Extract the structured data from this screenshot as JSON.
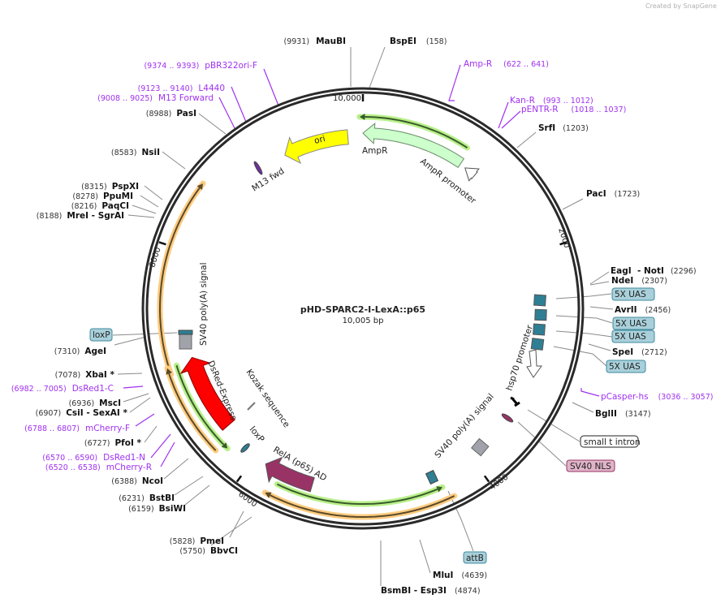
{
  "watermark": "Created by SnapGene",
  "plasmid": {
    "name": "pHD-SPARC2-I-LexA::p65",
    "length": "10,005 bp"
  },
  "ticks": [
    "10,000",
    "2000",
    "4000",
    "6000",
    "8000"
  ],
  "enzymes": [
    {
      "name": "MauBI",
      "pos": "(9931)"
    },
    {
      "name": "BspEI",
      "pos": "(158)"
    },
    {
      "name": "SrfI",
      "pos": "(1203)"
    },
    {
      "name": "PacI",
      "pos": "(1723)"
    },
    {
      "name": "EagI  - NotI",
      "pos": "(2296)"
    },
    {
      "name": "NdeI",
      "pos": "(2307)"
    },
    {
      "name": "AvrII",
      "pos": "(2456)"
    },
    {
      "name": "SpeI",
      "pos": "(2712)"
    },
    {
      "name": "BglII",
      "pos": "(3147)"
    },
    {
      "name": "MluI",
      "pos": "(4639)"
    },
    {
      "name": "BsmBI  - Esp3I",
      "pos": "(4874)"
    },
    {
      "name": "BbvCI",
      "pos": "(5750)"
    },
    {
      "name": "PmeI",
      "pos": "(5828)"
    },
    {
      "name": "BsiWI",
      "pos": "(6159)"
    },
    {
      "name": "BstBI",
      "pos": "(6231)"
    },
    {
      "name": "NcoI",
      "pos": "(6388)"
    },
    {
      "name": "PfoI *",
      "pos": "(6727)"
    },
    {
      "name": "CsiI  - SexAI *",
      "pos": "(6907)"
    },
    {
      "name": "MscI",
      "pos": "(6936)"
    },
    {
      "name": "XbaI *",
      "pos": "(7078)"
    },
    {
      "name": "AgeI",
      "pos": "(7310)"
    },
    {
      "name": "MreI  - SgrAI",
      "pos": "(8188)"
    },
    {
      "name": "PaqCI",
      "pos": "(8216)"
    },
    {
      "name": "PpuMI",
      "pos": "(8278)"
    },
    {
      "name": "PspXI",
      "pos": "(8315)"
    },
    {
      "name": "NsiI",
      "pos": "(8583)"
    },
    {
      "name": "PasI",
      "pos": "(8988)"
    }
  ],
  "primers": [
    {
      "name": "Amp-R",
      "range": "(622 .. 641)"
    },
    {
      "name": "Kan-R",
      "range": "(993 .. 1012)"
    },
    {
      "name": "pENTR-R",
      "range": "(1018 .. 1037)"
    },
    {
      "name": "pCasper-hs",
      "range": "(3036 .. 3057)"
    },
    {
      "name": "mCherry-R",
      "range": "(6520 .. 6538)"
    },
    {
      "name": "DsRed1-N",
      "range": "(6570 .. 6590)"
    },
    {
      "name": "mCherry-F",
      "range": "(6788 .. 6807)"
    },
    {
      "name": "DsRed1-C",
      "range": "(6982 .. 7005)"
    },
    {
      "name": "M13 Forward",
      "range": "(9008 .. 9025)"
    },
    {
      "name": "L4440",
      "range": "(9123 .. 9140)"
    },
    {
      "name": "pBR322ori-F",
      "range": "(9374 .. 9393)"
    }
  ],
  "boxed": {
    "uas1": "5X UAS",
    "uas2": "5X UAS",
    "uas3": "5X UAS",
    "uas4": "5X UAS",
    "small_t_intron": "small t intron",
    "sv40_nls": "SV40 NLS",
    "attb": "attB",
    "loxp": "loxP"
  },
  "features": {
    "ampr": "AmpR",
    "ampr_promoter": "AmpR promoter",
    "ori": "ori",
    "m13_fwd": "M13 fwd",
    "sv40_polya_left": "SV40 poly(A) signal",
    "dsred_express": "DsRed-Express",
    "kozak": "Kozak sequence",
    "loxp": "loxP",
    "rela": "RelA (p65) AD",
    "sv40_polya_right": "SV40 poly(A) signal",
    "hsp70": "hsp70 promoter"
  },
  "colors": {
    "backbone": "#2a2a2a",
    "primer": "#a030f0",
    "ori": "#ffff00",
    "ampr": "#ccffcc",
    "dsred": "#ff0000",
    "rela": "#993366",
    "uas": "#2e7f94",
    "orange_glow": "#ffcc80",
    "green_glow": "#b8f08a"
  }
}
